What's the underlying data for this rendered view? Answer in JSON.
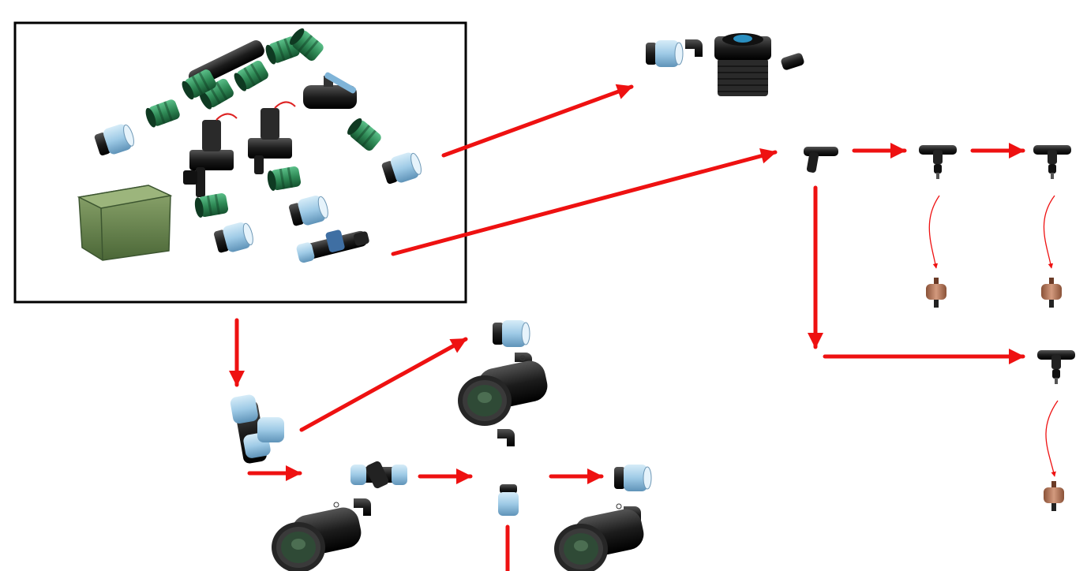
{
  "diagram": {
    "type": "irrigation-system-layout",
    "text_content": [],
    "colors": {
      "background": "#ffffff",
      "arrow": "#ee1111",
      "frame": "#000000",
      "pipe_black": "#1c1c1c",
      "coupling_blue": "#9ecae6",
      "fitting_green": "#2f8a56",
      "valve_box_green": "#5f7f4a",
      "dripper_brown": "#b5785d"
    },
    "components": {
      "main_assembly": [
        "valve-box",
        "solenoid-valve",
        "solenoid-valve",
        "pe-coupling",
        "pe-coupling",
        "pe-coupling",
        "pe-coupling",
        "green-coupling",
        "green-coupling",
        "green-manifold",
        "green-elbow",
        "ball-valve",
        "disc-filter"
      ],
      "drip_branch": [
        "tee-fitting",
        "tee-fitting",
        "tee-fitting",
        "tee-fitting",
        "pressure-compensating-dripper",
        "pressure-compensating-dripper",
        "pressure-compensating-dripper"
      ],
      "spray_head_branch": [
        "pe-coupling",
        "elbow-fitting",
        "spray-head",
        "end-plug"
      ],
      "rotor_branch": [
        "pe-tee",
        "pe-tee",
        "pe-coupling",
        "pe-coupling",
        "pe-coupling",
        "elbow-fitting",
        "elbow-fitting",
        "elbow-fitting",
        "pop-up-rotor",
        "pop-up-rotor",
        "pop-up-rotor"
      ]
    }
  }
}
